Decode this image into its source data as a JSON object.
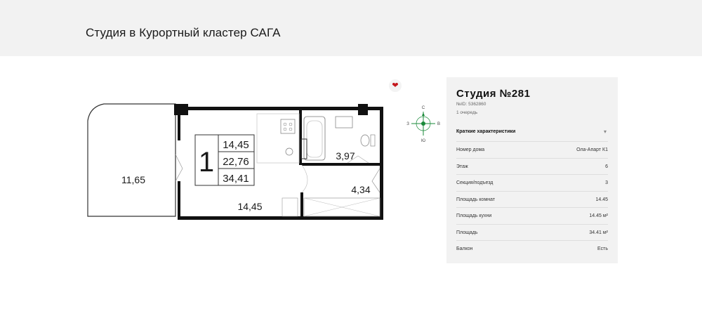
{
  "header": {
    "title": "Студия в Курортный кластер САГА"
  },
  "plan": {
    "rooms": {
      "balcony": "11,65",
      "living": "14,45",
      "bath": "3,97",
      "hall": "4,34"
    },
    "summary": {
      "rooms_count": "1",
      "living_area": "14,45",
      "kitchen_area": "22,76",
      "total_area": "34,41"
    }
  },
  "favorite": {
    "icon": "heart-icon",
    "color": "#c4161c"
  },
  "compass": {
    "north": "С",
    "south": "Ю",
    "west": "З",
    "east": "В",
    "accent": "#1a8a3a"
  },
  "panel": {
    "title": "Студия №281",
    "id_line": "№ID: 5362860",
    "queue": "1 очередь",
    "section_title": "Краткие характеристики",
    "rows": [
      {
        "key": "Номер дома",
        "value": "Ола-Апарт К1"
      },
      {
        "key": "Этаж",
        "value": "6"
      },
      {
        "key": "Секция/подъезд",
        "value": "3"
      },
      {
        "key": "Площадь комнат",
        "value": "14.45"
      },
      {
        "key": "Площадь кухни",
        "value": "14.45 м²"
      },
      {
        "key": "Площадь",
        "value": "34.41 м²"
      },
      {
        "key": "Балкон",
        "value": "Есть"
      }
    ]
  }
}
